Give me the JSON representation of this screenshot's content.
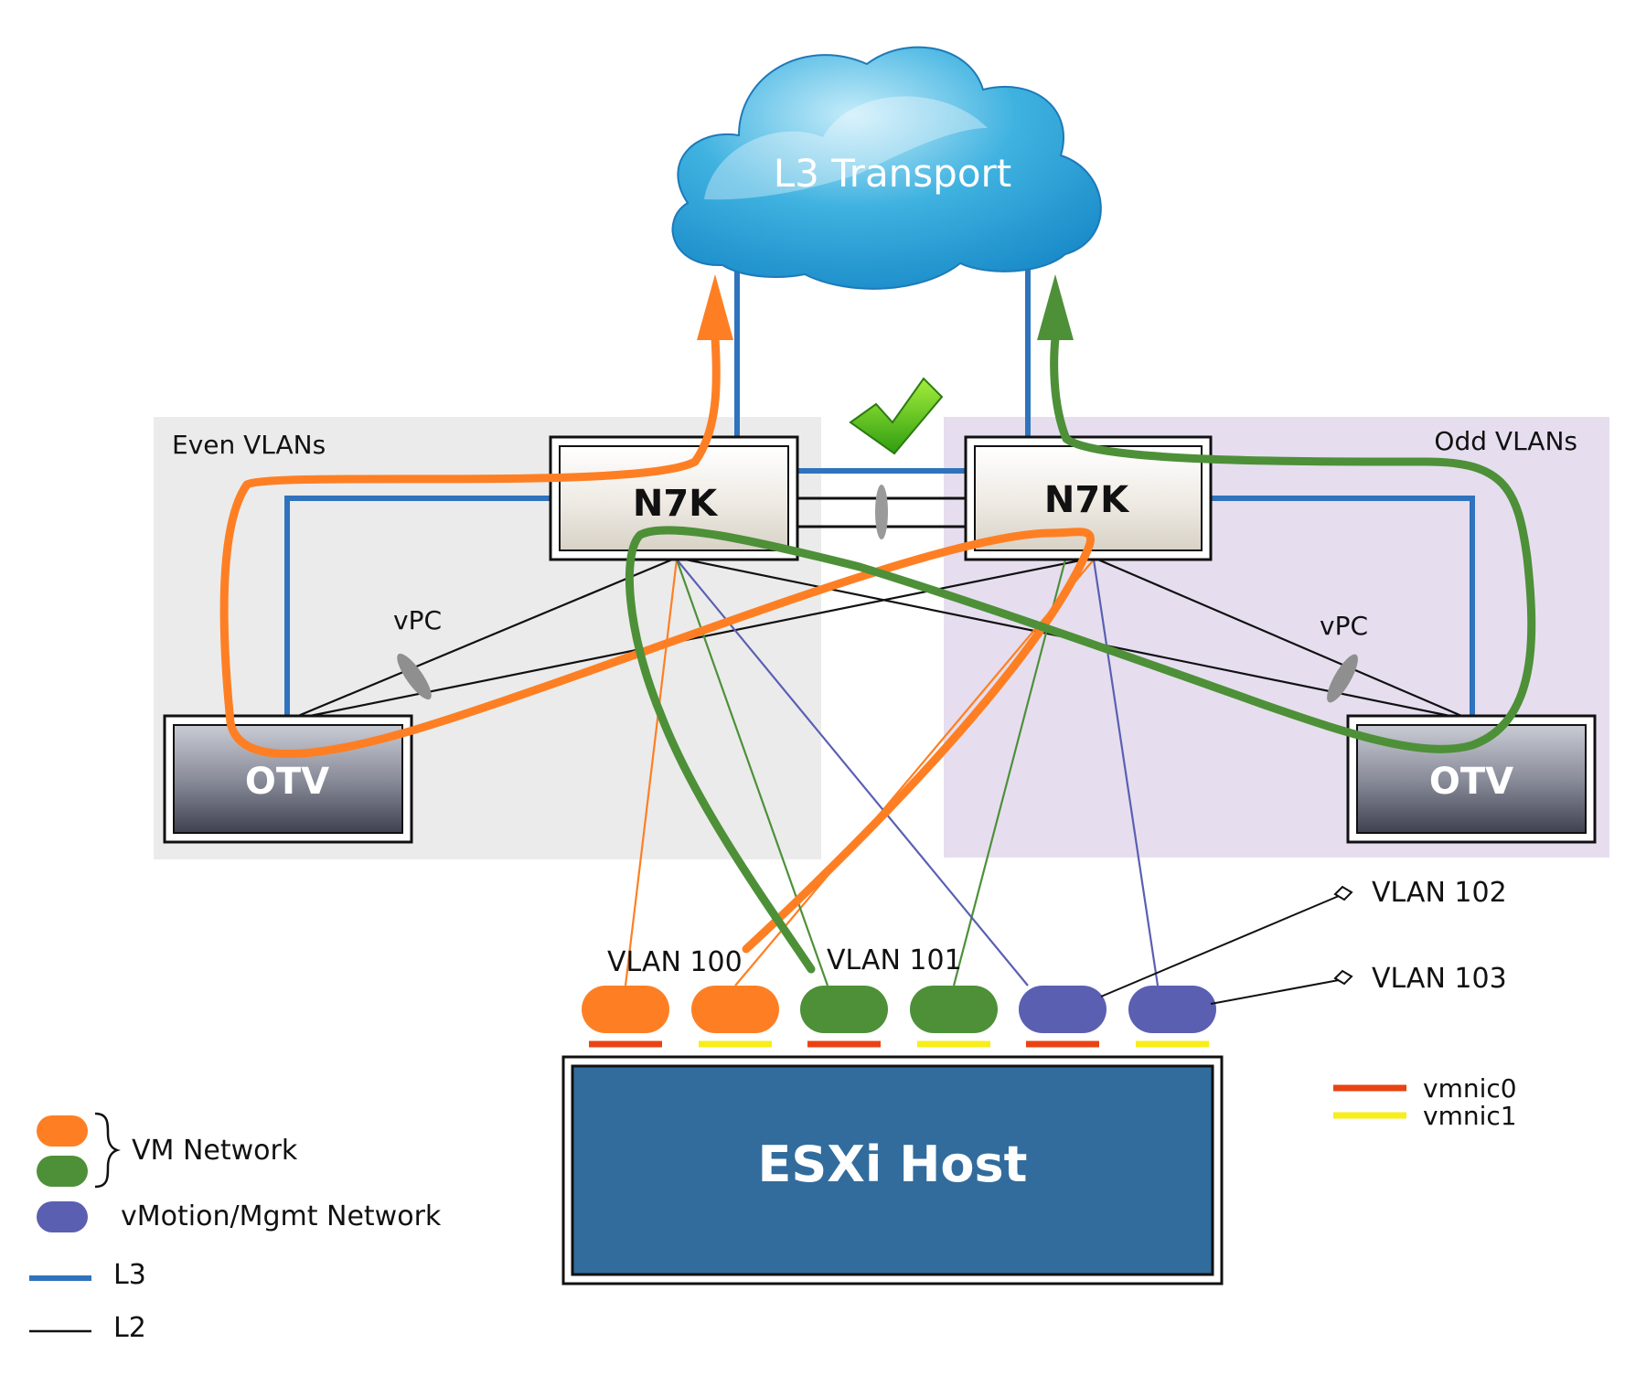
{
  "cloud": {
    "label": "L3 Transport"
  },
  "zones": {
    "even": "Even VLANs",
    "odd": "Odd VLANs"
  },
  "switches": {
    "left": "N7K",
    "right": "N7K"
  },
  "otv": {
    "left": "OTV",
    "right": "OTV"
  },
  "vpc": {
    "left": "vPC",
    "right": "vPC"
  },
  "host": {
    "label": "ESXi Host"
  },
  "vlans": {
    "v100": "VLAN 100",
    "v101": "VLAN 101",
    "v102": "VLAN 102",
    "v103": "VLAN 103"
  },
  "nics": {
    "vmnic0": "vmnic0",
    "vmnic1": "vmnic1"
  },
  "legend": {
    "vm_network": "VM Network",
    "vmotion": "vMotion/Mgmt Network",
    "l3": "L3",
    "l2": "L2"
  },
  "colors": {
    "orange": "#fe7f23",
    "green": "#4d9038",
    "purple": "#5a5fb2",
    "l3_blue": "#2f73bc",
    "vmnic0": "#e94314",
    "vmnic1": "#f7ee1a",
    "host_fill": "#316c9d",
    "even_zone": "#ebebeb",
    "odd_zone": "#e6deef"
  }
}
